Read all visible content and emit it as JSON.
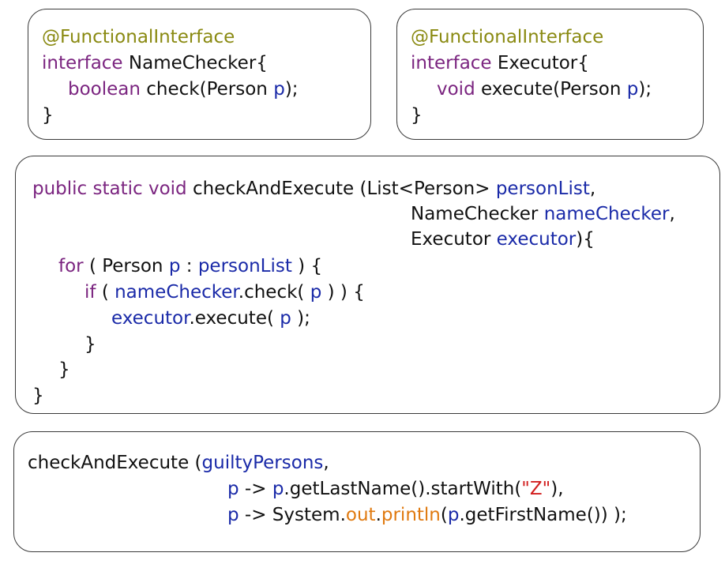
{
  "colors": {
    "ann": "#8a8a12",
    "kw": "#7b2580",
    "id": "#1a2aa8",
    "str": "#d21f1f",
    "fld": "#e07a10",
    "pl": "#111111"
  },
  "boxes": [
    {
      "name": "name-checker-interface",
      "lines": [
        [
          [
            "ann",
            "@FunctionalInterface"
          ]
        ],
        [
          [
            "kw",
            "interface "
          ],
          [
            "pl",
            "NameChecker{"
          ]
        ],
        [
          [
            "kw",
            "boolean "
          ],
          [
            "pl",
            "check(Person "
          ],
          [
            "id",
            "p"
          ],
          [
            "pl",
            ");"
          ]
        ],
        [
          [
            "pl",
            "}"
          ]
        ]
      ]
    },
    {
      "name": "executor-interface",
      "lines": [
        [
          [
            "ann",
            "@FunctionalInterface"
          ]
        ],
        [
          [
            "kw",
            "interface "
          ],
          [
            "pl",
            "Executor{"
          ]
        ],
        [
          [
            "kw",
            "void "
          ],
          [
            "pl",
            "execute(Person "
          ],
          [
            "id",
            "p"
          ],
          [
            "pl",
            ");"
          ]
        ],
        [
          [
            "pl",
            "}"
          ]
        ]
      ]
    },
    {
      "name": "check-and-execute-method",
      "lines": [
        [
          [
            "kw",
            "public static void "
          ],
          [
            "pl",
            "checkAndExecute (List<Person> "
          ],
          [
            "id",
            "personList"
          ],
          [
            "pl",
            ","
          ]
        ],
        [
          [
            "pl",
            "NameChecker "
          ],
          [
            "id",
            "nameChecker"
          ],
          [
            "pl",
            ","
          ]
        ],
        [
          [
            "pl",
            "Executor "
          ],
          [
            "id",
            "executor"
          ],
          [
            "pl",
            "){"
          ]
        ],
        [
          [
            "kw",
            "for "
          ],
          [
            "pl",
            "( Person "
          ],
          [
            "id",
            "p"
          ],
          [
            "pl",
            " : "
          ],
          [
            "id",
            "personList"
          ],
          [
            "pl",
            " ) {"
          ]
        ],
        [
          [
            "kw",
            "if "
          ],
          [
            "pl",
            "( "
          ],
          [
            "id",
            "nameChecker"
          ],
          [
            "pl",
            ".check( "
          ],
          [
            "id",
            "p"
          ],
          [
            "pl",
            " ) ) {"
          ]
        ],
        [
          [
            "id",
            "executor"
          ],
          [
            "pl",
            ".execute( "
          ],
          [
            "id",
            "p"
          ],
          [
            "pl",
            " );"
          ]
        ],
        [
          [
            "pl",
            "}"
          ]
        ],
        [
          [
            "pl",
            "}"
          ]
        ],
        [
          [
            "pl",
            "}"
          ]
        ]
      ]
    },
    {
      "name": "method-call-with-lambdas",
      "lines": [
        [
          [
            "pl",
            "checkAndExecute ("
          ],
          [
            "id",
            "guiltyPersons"
          ],
          [
            "pl",
            ","
          ]
        ],
        [
          [
            "id",
            "p"
          ],
          [
            "pl",
            " -> "
          ],
          [
            "id",
            "p"
          ],
          [
            "pl",
            ".getLastName().startWith("
          ],
          [
            "str",
            "\"Z\""
          ],
          [
            "pl",
            "),"
          ]
        ],
        [
          [
            "id",
            "p"
          ],
          [
            "pl",
            " -> System."
          ],
          [
            "fld",
            "out"
          ],
          [
            "pl",
            "."
          ],
          [
            "fld",
            "println"
          ],
          [
            "pl",
            "("
          ],
          [
            "id",
            "p"
          ],
          [
            "pl",
            ".getFirstName()) );"
          ]
        ]
      ]
    }
  ]
}
